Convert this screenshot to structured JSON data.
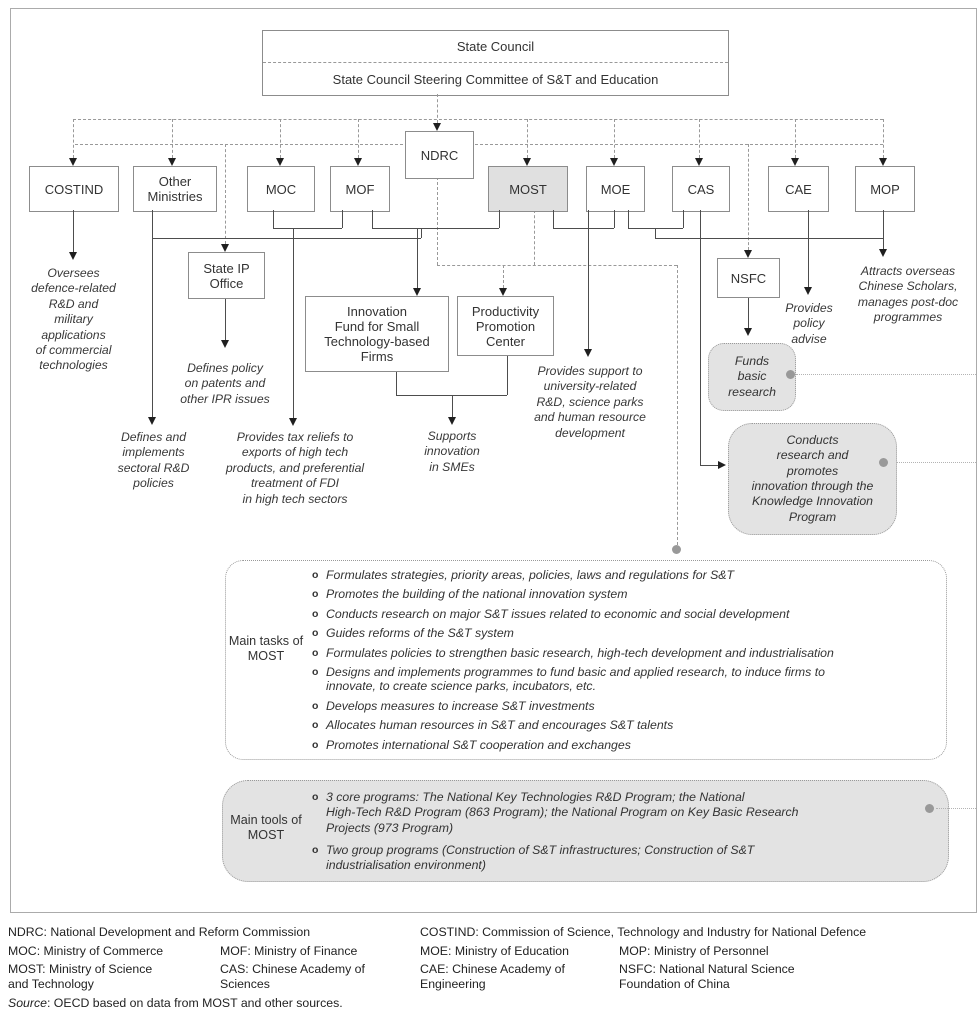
{
  "header": {
    "title": "State Council",
    "subtitle": "State Council Steering Committee of S&T and Education"
  },
  "boxes": {
    "ndrc": "NDRC",
    "costind": "COSTIND",
    "other_ministries": "Other\nMinistries",
    "moc": "MOC",
    "mof": "MOF",
    "most": "MOST",
    "moe": "MOE",
    "cas": "CAS",
    "cae": "CAE",
    "mop": "MOP",
    "state_ip": "State IP\nOffice",
    "innovation_fund": "Innovation\nFund for Small\nTechnology-based\nFirms",
    "ppc": "Productivity\nPromotion\nCenter",
    "nsfc": "NSFC"
  },
  "notes": {
    "costind": "Oversees\ndefence-related\nR&D and\nmilitary\napplications\nof commercial\ntechnologies",
    "other_ministries": "Defines and\nimplements\nsectoral R&D\npolicies",
    "state_ip": "Defines policy\non patents and\nother IPR issues",
    "moc_mof": "Provides tax reliefs to\nexports of high tech\nproducts, and preferential\ntreatment of FDI\nin high tech sectors",
    "smes": "Supports\ninnovation\nin SMEs",
    "moe": "Provides support to\nuniversity-related\nR&D, science parks\nand human resource\ndevelopment",
    "cae": "Provides\npolicy\nadvise",
    "mop": "Attracts overseas\nChinese Scholars,\nmanages post-doc\nprogrammes",
    "nsfc_blob": "Funds\nbasic\nresearch",
    "cas_blob": "Conducts\nresearch and\npromotes\ninnovation through the\nKnowledge Innovation\nProgram"
  },
  "tasks": {
    "label": "Main tasks of MOST",
    "items": [
      "Formulates strategies, priority areas, policies, laws and regulations for S&T",
      "Promotes the building of the national innovation system",
      "Conducts research on major S&T issues related to economic and social development",
      "Guides reforms of the S&T system",
      "Formulates policies to strengthen basic research, high-tech development and industrialisation",
      "Designs and implements programmes to fund basic and applied research, to induce firms to\ninnovate, to create science parks, incubators, etc.",
      "Develops measures to increase S&T investments",
      "Allocates human resources in S&T and encourages S&T talents",
      "Promotes international S&T cooperation and exchanges"
    ]
  },
  "tools": {
    "label": "Main tools of MOST",
    "items": [
      "3 core programs: The National Key Technologies R&D Program; the National\nHigh-Tech R&D Program (863 Program); the National Program on Key Basic Research\nProjects (973 Program)",
      "Two group programs (Construction of S&T infrastructures; Construction of S&T\nindustrialisation environment)"
    ]
  },
  "legend": {
    "ndrc": "NDRC: National Development and Reform Commission",
    "costind": "COSTIND: Commission of Science, Technology and Industry for National Defence",
    "moc": "MOC: Ministry of Commerce",
    "mof": "MOF: Ministry of Finance",
    "moe": "MOE: Ministry of Education",
    "mop": "MOP: Ministry of Personnel",
    "most": "MOST: Ministry of Science\nand Technology",
    "cas": "CAS: Chinese Academy of\nSciences",
    "cae": "CAE: Chinese Academy of\nEngineering",
    "nsfc": "NSFC: National Natural Science\nFoundation of China"
  },
  "source": {
    "label": "Source",
    "text": ": OECD based on data from MOST and other sources."
  },
  "ui": {
    "bullet": "o"
  }
}
